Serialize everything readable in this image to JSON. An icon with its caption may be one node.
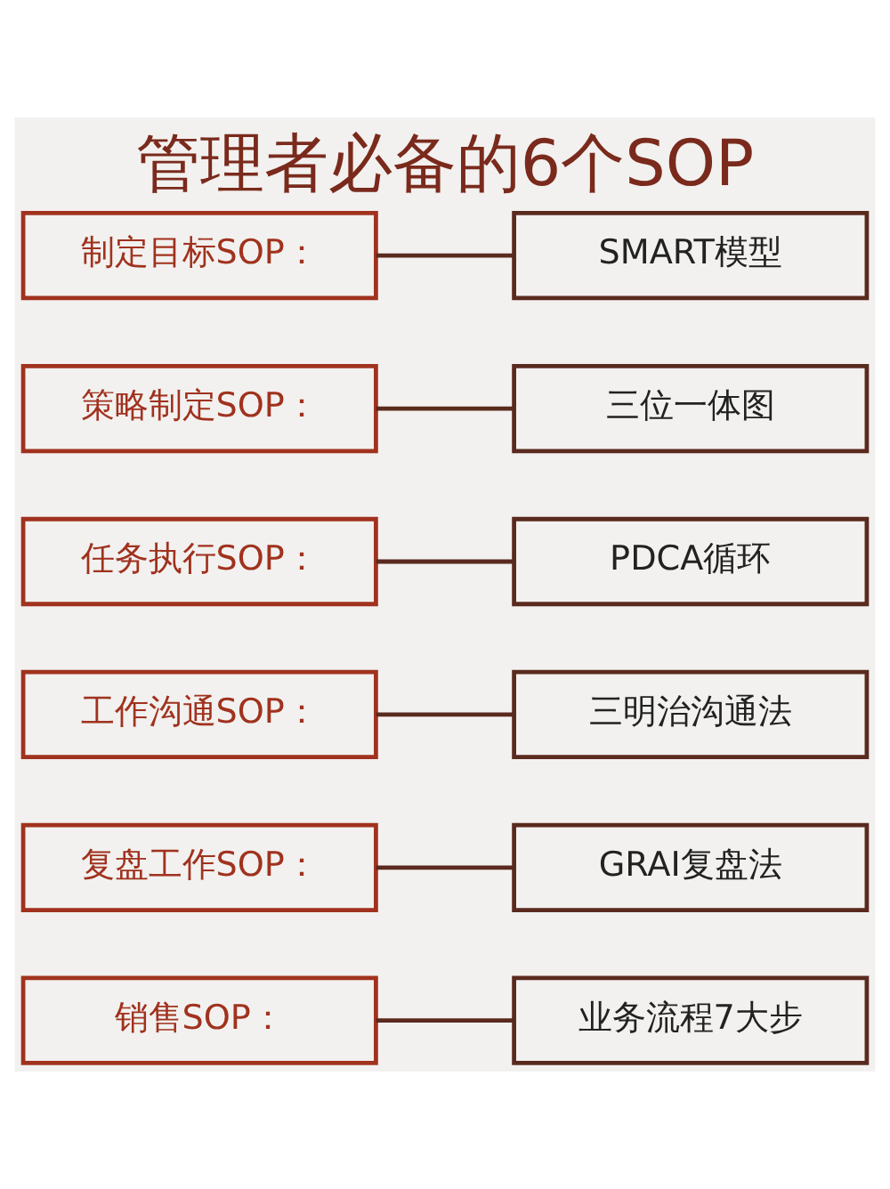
{
  "diagram": {
    "title": "管理者必备的6个SOP",
    "nodes": [
      {
        "text": [
          "制定目标SOP："
        ]
      },
      {
        "text": [
          "SMART模型"
        ]
      },
      {
        "text": [
          "策略制定SOP："
        ]
      },
      {
        "text": [
          "三位一体图"
        ]
      },
      {
        "text": [
          "任务执行SOP："
        ]
      },
      {
        "text": [
          "PDCA循环"
        ]
      },
      {
        "text": [
          "工作沟通SOP："
        ]
      },
      {
        "text": [
          "三明治沟通法"
        ]
      },
      {
        "text": [
          "复盘工作SOP："
        ]
      },
      {
        "text": [
          "GRAI复盘法"
        ]
      },
      {
        "text": [
          "销售SOP："
        ]
      },
      {
        "text": [
          "业务流程7大步"
        ]
      }
    ],
    "edges": [
      {
        "from": 0,
        "to": 1,
        "arrow": "none"
      },
      {
        "from": 2,
        "to": 3,
        "arrow": "none"
      },
      {
        "from": 4,
        "to": 5,
        "arrow": "none"
      },
      {
        "from": 6,
        "to": 7,
        "arrow": "none"
      },
      {
        "from": 8,
        "to": 9,
        "arrow": "none"
      },
      {
        "from": 10,
        "to": 11,
        "arrow": "none"
      }
    ]
  }
}
